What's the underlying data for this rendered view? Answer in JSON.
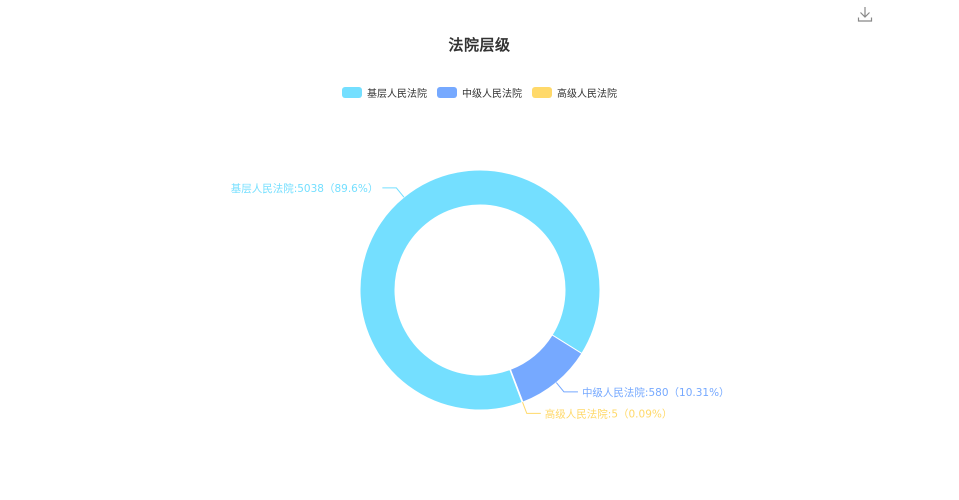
{
  "chart_data": {
    "type": "pie",
    "variant": "donut",
    "title": "法院层级",
    "series": [
      {
        "name": "基层人民法院",
        "value": 5038,
        "percent": "89.6%",
        "label": "基层人民法院:5038（89.6%）",
        "color": "#74DFFF"
      },
      {
        "name": "中级人民法院",
        "value": 580,
        "percent": "10.31%",
        "label": "中级人民法院:580（10.31%）",
        "color": "#76A9FF"
      },
      {
        "name": "高级人民法院",
        "value": 5,
        "percent": "0.09%",
        "label": "高级人民法院:5（0.09%）",
        "color": "#FFD96A"
      }
    ],
    "legend_position": "top-center"
  },
  "toolbar": {
    "download_icon": "download-icon"
  }
}
